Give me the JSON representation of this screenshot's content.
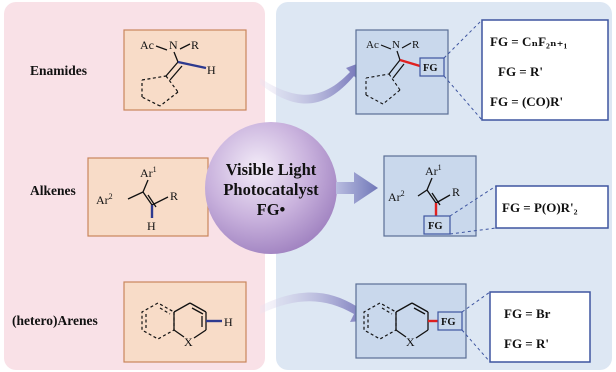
{
  "colors": {
    "left_panel": "#f9e1e7",
    "right_panel": "#dde7f3",
    "reactant_box": "#f8dcc8",
    "reactant_box_border": "#c9865c",
    "product_box": "#c9d8ec",
    "product_box_border": "#5a6f95",
    "fg_box_border": "#3e55a0",
    "new_bond": "#e02020",
    "reactive_bond": "#2e3a8f",
    "circle": "#a98ec6"
  },
  "rows": [
    {
      "label": "Enamides",
      "fg_values": [
        "FG = CₙF₂ₙ₊₁",
        "FG = R'",
        "FG = (CO)R'"
      ]
    },
    {
      "label": "Alkenes",
      "fg_values": [
        "FG = P(O)R'₂"
      ]
    },
    {
      "label": "(hetero)Arenes",
      "fg_values": [
        "FG = Br",
        "FG = R'"
      ]
    }
  ],
  "catalyst": {
    "lines": [
      "Visible Light",
      "Photocatalyst",
      "FG•"
    ]
  },
  "atoms": {
    "ac": "Ac",
    "n": "N",
    "r": "R",
    "h": "H",
    "fg": "FG",
    "ar": "Ar",
    "sup1": "1",
    "sup2": "2",
    "x": "X"
  }
}
